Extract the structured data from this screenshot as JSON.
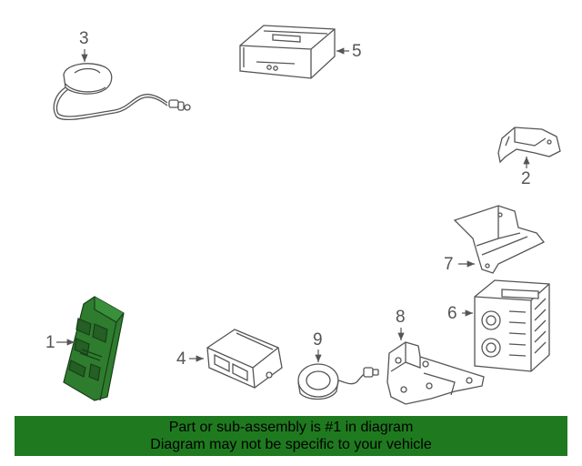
{
  "colors": {
    "line": "#555555",
    "highlight_fill": "#2e7d2e",
    "banner_bg": "#1f7a1f",
    "banner_text": "#000000"
  },
  "callouts": {
    "c1": "1",
    "c2": "2",
    "c3": "3",
    "c4": "4",
    "c5": "5",
    "c6": "6",
    "c7": "7",
    "c8": "8",
    "c9": "9"
  },
  "parts": [
    {
      "callout": "1",
      "name": "highlighted module",
      "highlighted": true
    },
    {
      "callout": "2",
      "name": "bracket",
      "highlighted": false
    },
    {
      "callout": "3",
      "name": "antenna",
      "highlighted": false
    },
    {
      "callout": "4",
      "name": "control module",
      "highlighted": false
    },
    {
      "callout": "5",
      "name": "receiver unit",
      "highlighted": false
    },
    {
      "callout": "6",
      "name": "receiver with connectors",
      "highlighted": false
    },
    {
      "callout": "7",
      "name": "mounting bracket",
      "highlighted": false
    },
    {
      "callout": "8",
      "name": "bracket assembly",
      "highlighted": false
    },
    {
      "callout": "9",
      "name": "clock spring",
      "highlighted": false
    }
  ],
  "banner": {
    "line1": "Part or sub-assembly is #1 in diagram",
    "line2": "Diagram may not be specific to your vehicle"
  }
}
